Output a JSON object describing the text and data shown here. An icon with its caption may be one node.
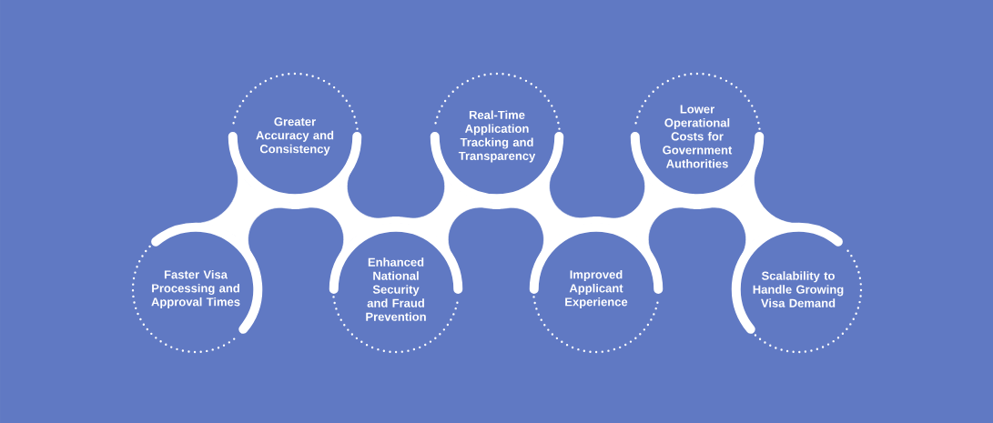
{
  "diagram": {
    "nodes": [
      {
        "text": [
          "Faster Visa Processing and Approval Times"
        ]
      },
      {
        "text": [
          "Greater Accuracy and Consistency"
        ]
      },
      {
        "text": [
          "Enhanced National Security and Fraud Prevention"
        ]
      },
      {
        "text": [
          "Real-Time Application Tracking and Transparency"
        ]
      },
      {
        "text": [
          "Improved Applicant Experience"
        ]
      },
      {
        "text": [
          "Lower Operational Costs for Government Authorities"
        ]
      },
      {
        "text": [
          "Scalability to Handle Growing Visa Demand"
        ]
      }
    ],
    "edges": [
      {
        "from": 0,
        "to": 1,
        "arrow": "none"
      },
      {
        "from": 1,
        "to": 2,
        "arrow": "none"
      },
      {
        "from": 2,
        "to": 3,
        "arrow": "none"
      },
      {
        "from": 3,
        "to": 4,
        "arrow": "none"
      },
      {
        "from": 4,
        "to": 5,
        "arrow": "none"
      },
      {
        "from": 5,
        "to": 6,
        "arrow": "none"
      }
    ]
  }
}
